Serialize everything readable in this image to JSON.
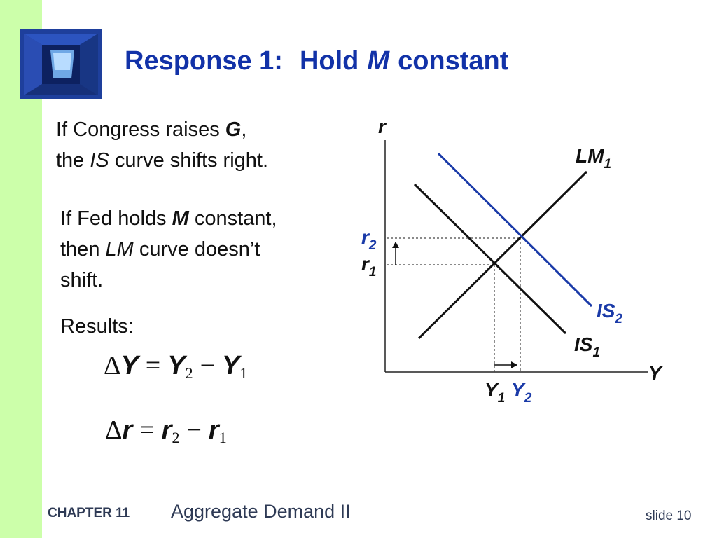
{
  "slide": {
    "title_prefix": "Response 1:",
    "title_word": "Hold",
    "title_var": "M",
    "title_suffix": "constant"
  },
  "bullets": {
    "p1_line1_a": "If Congress raises ",
    "p1_line1_var": "G",
    "p1_line1_b": ",",
    "p1_line2_a": "the ",
    "p1_line2_var": "IS",
    "p1_line2_b": " curve shifts right.",
    "p2_line1_a": "If Fed holds ",
    "p2_line1_var": "M",
    "p2_line1_b": " constant,",
    "p2_line2_a": "then ",
    "p2_line2_var": "LM",
    "p2_line2_b": " curve doesn’t",
    "p2_line3": "shift.",
    "results": "Results:"
  },
  "equations": {
    "delta": "Δ",
    "eq1": {
      "lhs": "Y",
      "eq": "=",
      "a": "Y",
      "a_sub": "2",
      "minus": "−",
      "b": "Y",
      "b_sub": "1"
    },
    "eq2": {
      "lhs": "r",
      "eq": "=",
      "a": "r",
      "a_sub": "2",
      "minus": "−",
      "b": "r",
      "b_sub": "1"
    }
  },
  "chart_data": {
    "type": "diagram",
    "y_axis_label": "r",
    "x_axis_label": "Y",
    "curves": [
      {
        "id": "LM",
        "label": "LM",
        "sub": "1",
        "color": "#111111"
      },
      {
        "id": "IS1",
        "label": "IS",
        "sub": "1",
        "color": "#111111"
      },
      {
        "id": "IS2",
        "label": "IS",
        "sub": "2",
        "color": "#1a3aa8"
      }
    ],
    "y_markers": [
      {
        "label": "r",
        "sub": "1",
        "color": "#111111"
      },
      {
        "label": "r",
        "sub": "2",
        "color": "#1a3aa8"
      }
    ],
    "x_markers": [
      {
        "label": "Y",
        "sub": "1",
        "color": "#111111"
      },
      {
        "label": "Y",
        "sub": "2",
        "color": "#1a3aa8"
      }
    ]
  },
  "footer": {
    "chapter": "CHAPTER 11",
    "title": "Aggregate Demand II",
    "slide": "slide 10"
  },
  "colors": {
    "title": "#1232a8",
    "accent_blue": "#1a3aa8",
    "band": "#ccffaa",
    "footer": "#2e3a55"
  }
}
